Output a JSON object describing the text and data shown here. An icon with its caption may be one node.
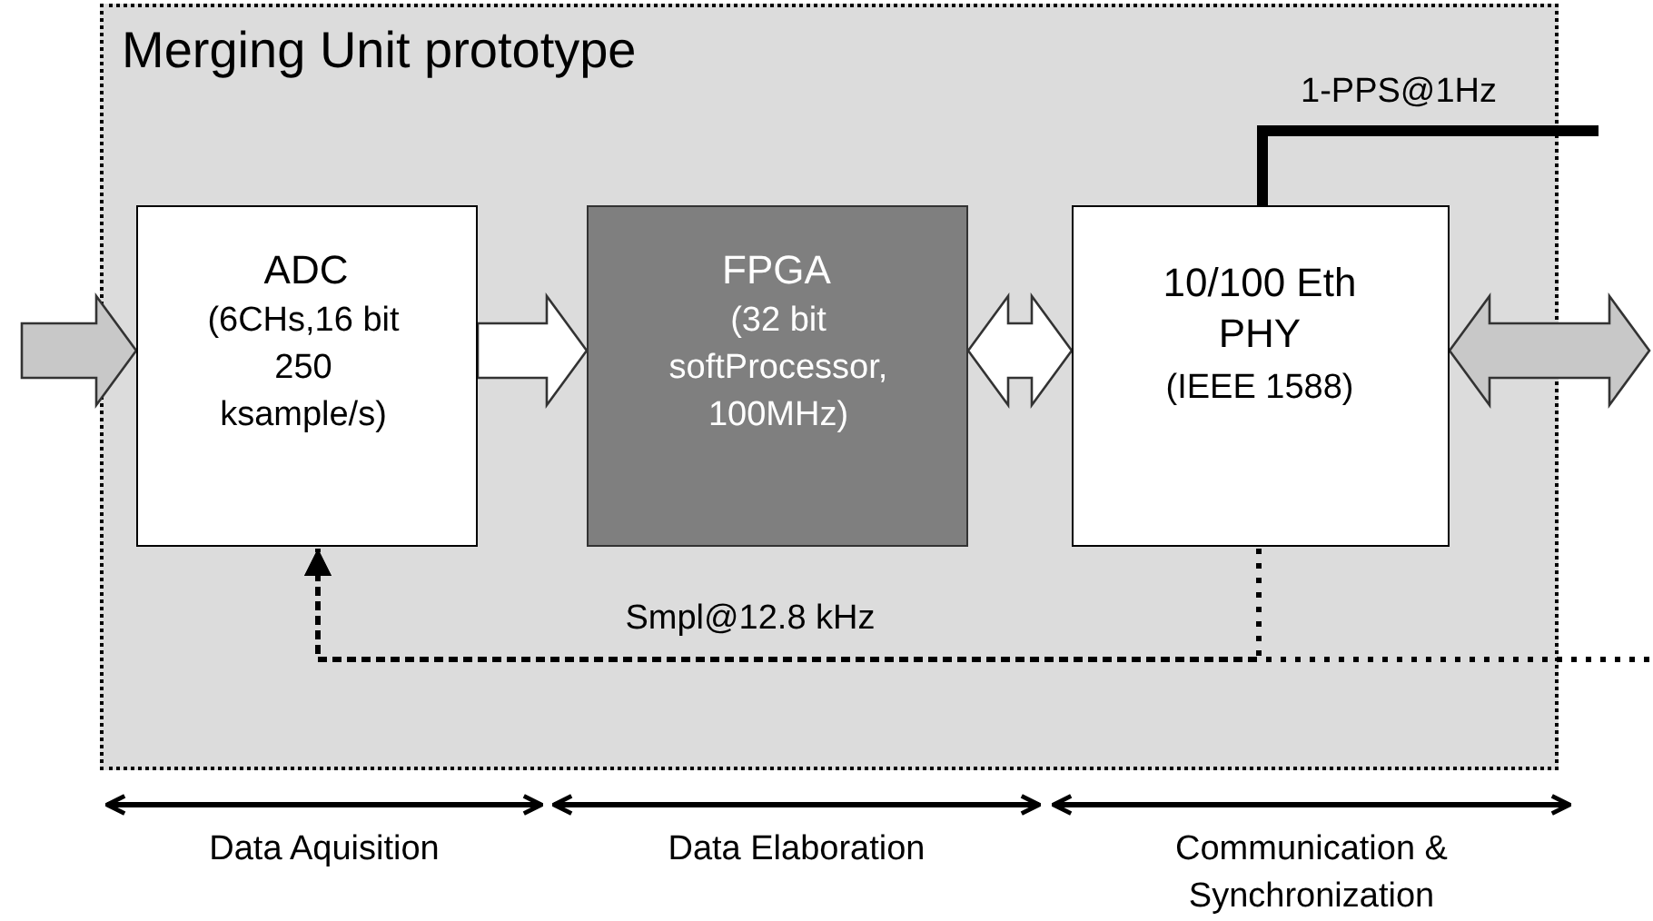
{
  "diagram": {
    "nodes": [
      {
        "text": [
          "Merging Unit prototype"
        ]
      },
      {
        "text": [
          "ADC",
          "(6CHs,16 bit 250 ksample/s)"
        ],
        "in": 0
      },
      {
        "text": [
          "FPGA",
          "(32 bit softProcessor, 100MHz)"
        ],
        "in": 0
      },
      {
        "text": [
          "10/100 Eth PHY",
          "(IEEE 1588)"
        ],
        "in": 0
      }
    ],
    "edges": [
      {
        "from": null,
        "to": 1,
        "arrow": "to",
        "color": "#c8c8c8"
      },
      {
        "from": 1,
        "to": 2,
        "arrow": "to"
      },
      {
        "from": 2,
        "to": 3,
        "arrow": "both"
      },
      {
        "from": 3,
        "to": null,
        "arrow": "both",
        "color": "#c8c8c8"
      },
      {
        "from": 3,
        "to": null,
        "arrow": "none",
        "style": "thick",
        "label": "1-PPS@1Hz"
      },
      {
        "from": 3,
        "to": 1,
        "arrow": "to",
        "style": "dashed",
        "label": "Smpl@12.8 kHz"
      },
      {
        "from": null,
        "to": 1,
        "arrow": "to",
        "style": "dashed"
      }
    ],
    "labels": [
      "Data Aquisition",
      "Data Elaboration",
      "Communication & Synchronization"
    ]
  }
}
